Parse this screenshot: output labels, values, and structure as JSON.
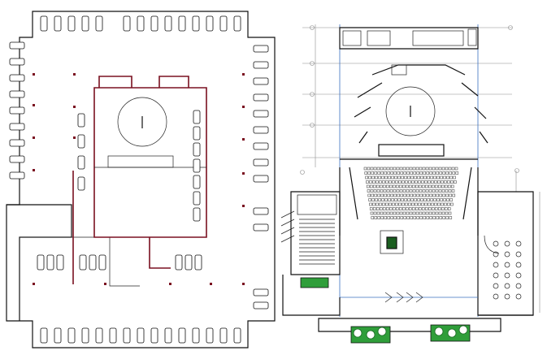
{
  "drawing": {
    "type": "architectural-floor-plans",
    "plans": [
      "parking-level-plan",
      "auditorium-ground-floor-plan"
    ],
    "colors": {
      "walls": "#111111",
      "core_outline": "#7a1020",
      "grid_lines": "#3a6fbf",
      "dimension_lines": "#8e8e8e",
      "landscape": "#2f9e3a"
    }
  }
}
